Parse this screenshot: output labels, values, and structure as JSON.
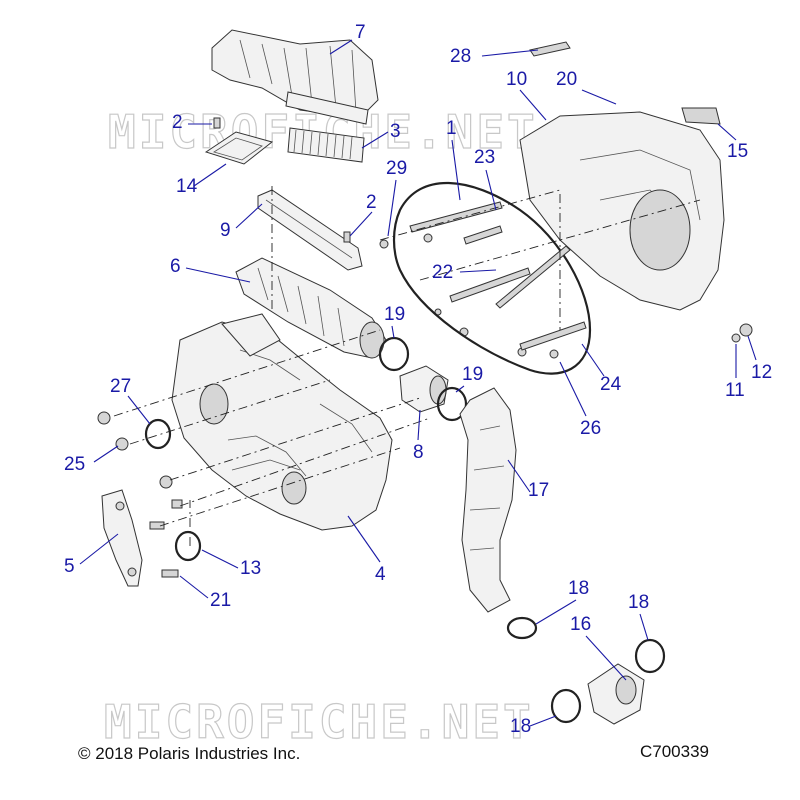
{
  "watermark": "MICROFICHE.NET",
  "footer": {
    "copyright": "© 2018 Polaris Industries Inc.",
    "drawing_number": "C700339"
  },
  "callouts": [
    "1",
    "2",
    "2",
    "3",
    "4",
    "5",
    "6",
    "7",
    "8",
    "9",
    "10",
    "11",
    "12",
    "13",
    "14",
    "15",
    "16",
    "17",
    "18",
    "18",
    "18",
    "19",
    "19",
    "20",
    "21",
    "22",
    "23",
    "24",
    "25",
    "26",
    "27",
    "28",
    "29"
  ],
  "colors": {
    "callout": "#1a1aa6",
    "line": "#222222",
    "watermark": "#c8c8c8"
  }
}
